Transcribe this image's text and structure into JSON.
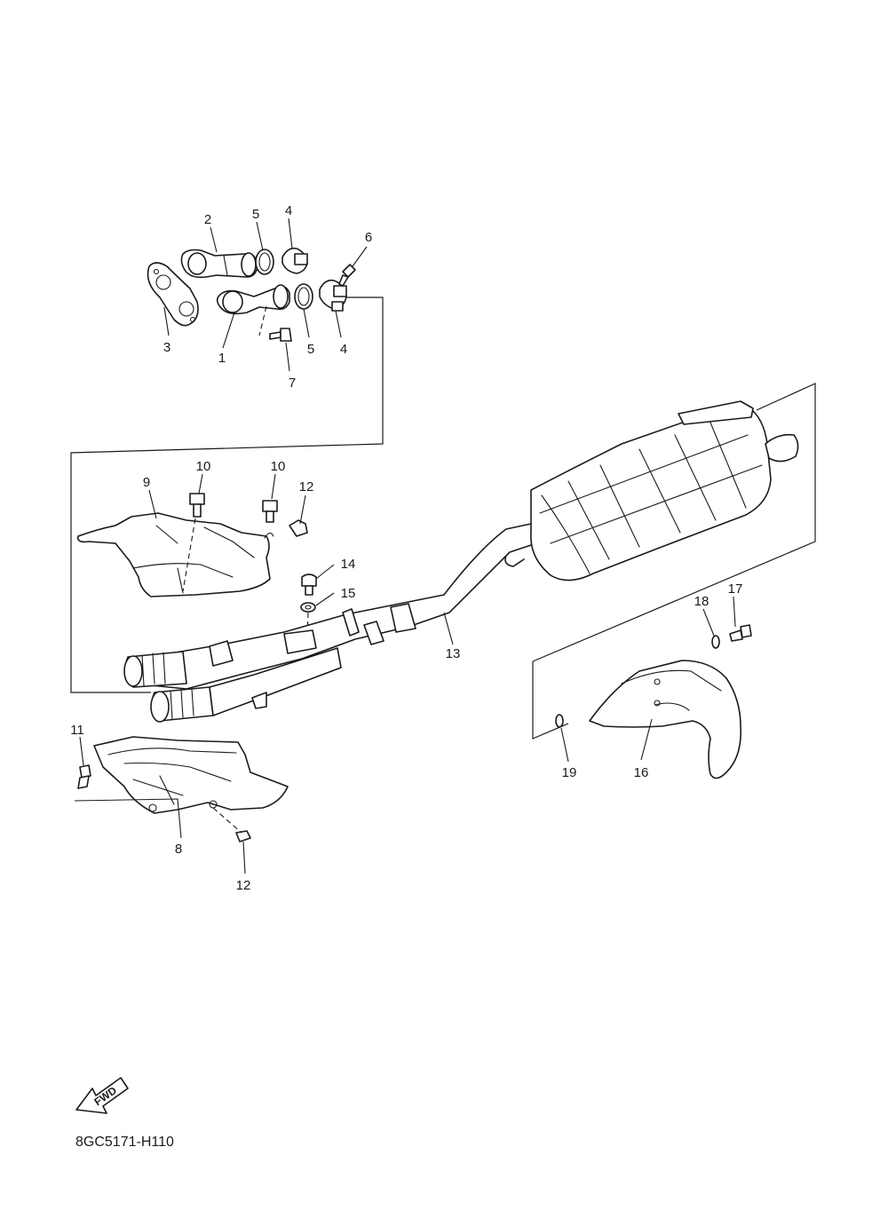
{
  "diagram": {
    "code": "8GC5171-H110",
    "fwd_label": "FWD",
    "callouts": {
      "c1": "1",
      "c2": "2",
      "c3": "3",
      "c4a": "4",
      "c4b": "4",
      "c5a": "5",
      "c5b": "5",
      "c6": "6",
      "c7": "7",
      "c8": "8",
      "c9": "9",
      "c10a": "10",
      "c10b": "10",
      "c11": "11",
      "c12a": "12",
      "c12b": "12",
      "c13": "13",
      "c14": "14",
      "c15": "15",
      "c16": "16",
      "c17": "17",
      "c18": "18",
      "c19": "19"
    }
  }
}
